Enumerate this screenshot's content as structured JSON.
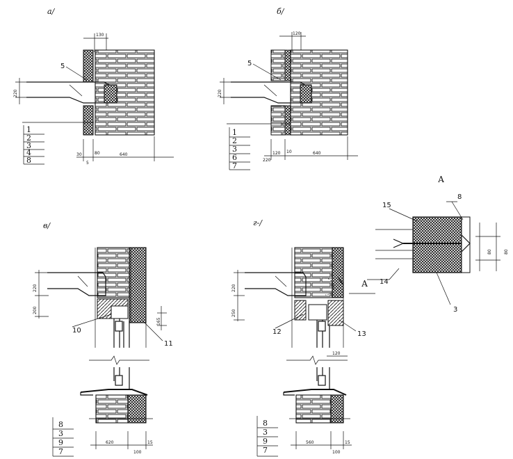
{
  "panels": {
    "a": {
      "label": "а/",
      "dims": {
        "top": "130",
        "height": "220",
        "bottom_left": "30",
        "bottom_mid": "80",
        "bottom_right": "640",
        "bottom_small": "5"
      },
      "callout": "5",
      "stack": [
        "1",
        "2",
        "3",
        "4",
        "8"
      ]
    },
    "b": {
      "label": "б/",
      "dims": {
        "top": "120",
        "height": "220",
        "bottom_left": "120",
        "bottom_mid": "10",
        "bottom_right": "640",
        "bottom_small": "220"
      },
      "callout": "5",
      "stack": [
        "1",
        "2",
        "3",
        "6",
        "7"
      ]
    },
    "v": {
      "label": "в/",
      "dims": {
        "height_top": "220",
        "height_bottom": "200",
        "side": "165"
      },
      "callouts": {
        "left": "10",
        "right": "11"
      },
      "stack": [
        "8",
        "3",
        "9",
        "7"
      ],
      "bottom_dims": {
        "main": "620",
        "small": "15",
        "sub": "100"
      }
    },
    "g": {
      "label": "г-/",
      "dims": {
        "height_top": "220",
        "height_bottom": "250",
        "side": "120"
      },
      "callouts": {
        "left": "12",
        "right": "13"
      },
      "section_mark": "А",
      "stack": [
        "8",
        "3",
        "9",
        "7"
      ],
      "bottom_dims": {
        "main": "560",
        "small": "15",
        "sub": "100"
      }
    },
    "detail": {
      "title": "А",
      "callouts": {
        "top_left": "15",
        "top_right": "8",
        "left": "14",
        "bottom": "3"
      },
      "dims": {
        "inner": "80",
        "outer": "80"
      }
    }
  }
}
